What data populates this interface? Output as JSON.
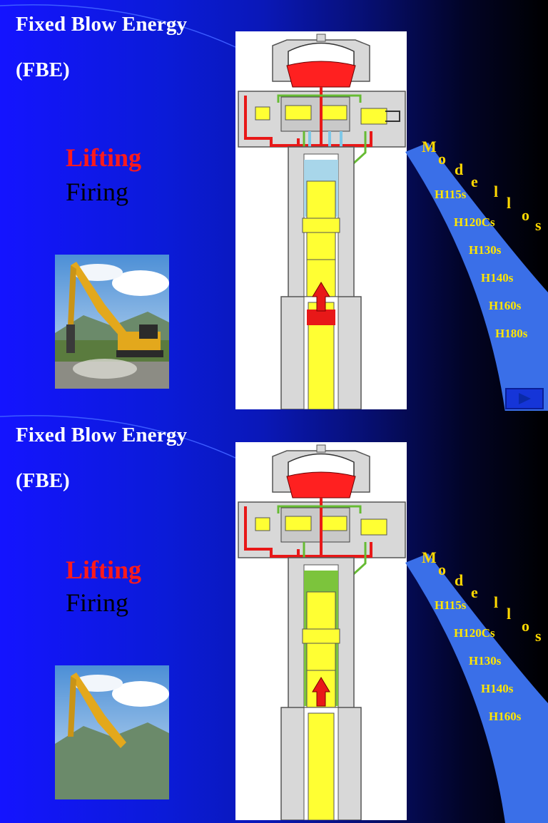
{
  "slides": [
    {
      "title": "Fixed Blow Energy",
      "subtitle": "(FBE)",
      "state_lifting": "Lifting",
      "state_firing": "Firing",
      "modelos_letters": [
        "M",
        "o",
        "d",
        "e",
        "l",
        "l",
        "o",
        "s"
      ],
      "models": [
        "H115s",
        "H120Cs",
        "H130s",
        "H140s",
        "H160s",
        "H180s"
      ],
      "piston_fill": "lower-chamber-blue",
      "colors": {
        "lifting": "#ff1a1a",
        "firing": "#000000",
        "model_text": "#ffe600",
        "arc": "#3a6fe8"
      }
    },
    {
      "title": "Fixed Blow Energy",
      "subtitle": "(FBE)",
      "state_lifting": "Lifting",
      "state_firing": "Firing",
      "modelos_letters": [
        "M",
        "o",
        "d",
        "e",
        "l",
        "l",
        "o",
        "s"
      ],
      "models": [
        "H115s",
        "H120Cs",
        "H130s",
        "H140s",
        "H160s"
      ],
      "piston_fill": "lower-chamber-green",
      "colors": {
        "lifting": "#ff1a1a",
        "firing": "#000000",
        "model_text": "#ffe600",
        "arc": "#3a6fe8"
      }
    }
  ],
  "icons": {
    "next": "play-triangle-icon"
  }
}
